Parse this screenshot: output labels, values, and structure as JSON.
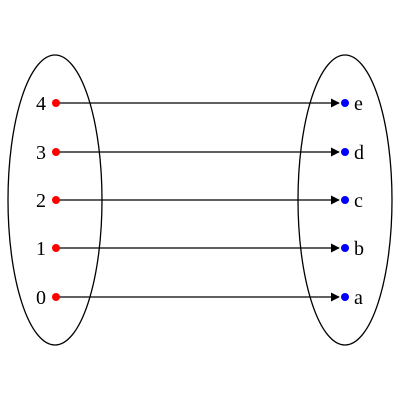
{
  "diagram": {
    "domain_set": {
      "elements": [
        "4",
        "3",
        "2",
        "1",
        "0"
      ]
    },
    "codomain_set": {
      "elements": [
        "e",
        "d",
        "c",
        "b",
        "a"
      ]
    },
    "mappings": [
      {
        "from": "4",
        "to": "e"
      },
      {
        "from": "3",
        "to": "d"
      },
      {
        "from": "2",
        "to": "c"
      },
      {
        "from": "1",
        "to": "b"
      },
      {
        "from": "0",
        "to": "a"
      }
    ],
    "colors": {
      "domain_point": "#ff0000",
      "codomain_point": "#0000ff",
      "arrow": "#000000",
      "ellipse": "#000000"
    }
  }
}
